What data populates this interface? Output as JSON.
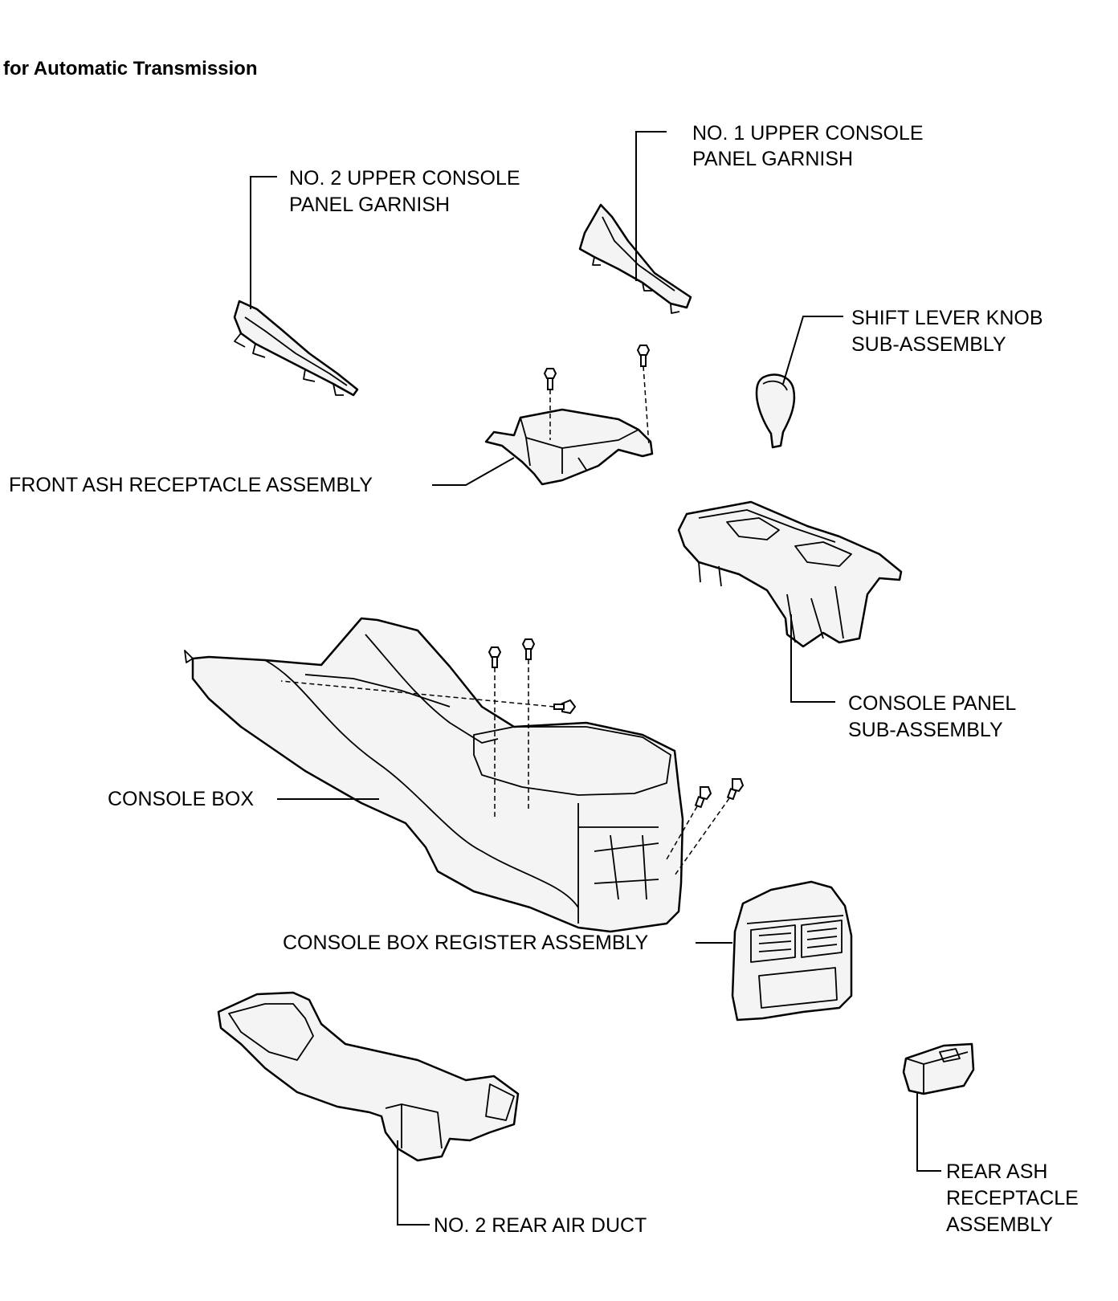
{
  "title": "for Automatic Transmission",
  "labels": {
    "no1_upper_garnish": [
      "NO. 1 UPPER CONSOLE",
      "PANEL GARNISH"
    ],
    "no2_upper_garnish": [
      "NO. 2 UPPER CONSOLE",
      "PANEL GARNISH"
    ],
    "shift_knob": [
      "SHIFT LEVER KNOB",
      "SUB-ASSEMBLY"
    ],
    "front_ash": "FRONT ASH RECEPTACLE ASSEMBLY",
    "console_panel": [
      "CONSOLE PANEL",
      "SUB-ASSEMBLY"
    ],
    "console_box": "CONSOLE BOX",
    "register": "CONSOLE BOX REGISTER ASSEMBLY",
    "rear_duct": "NO. 2 REAR AIR DUCT",
    "rear_ash": [
      "REAR ASH",
      "RECEPTACLE",
      "ASSEMBLY"
    ]
  }
}
